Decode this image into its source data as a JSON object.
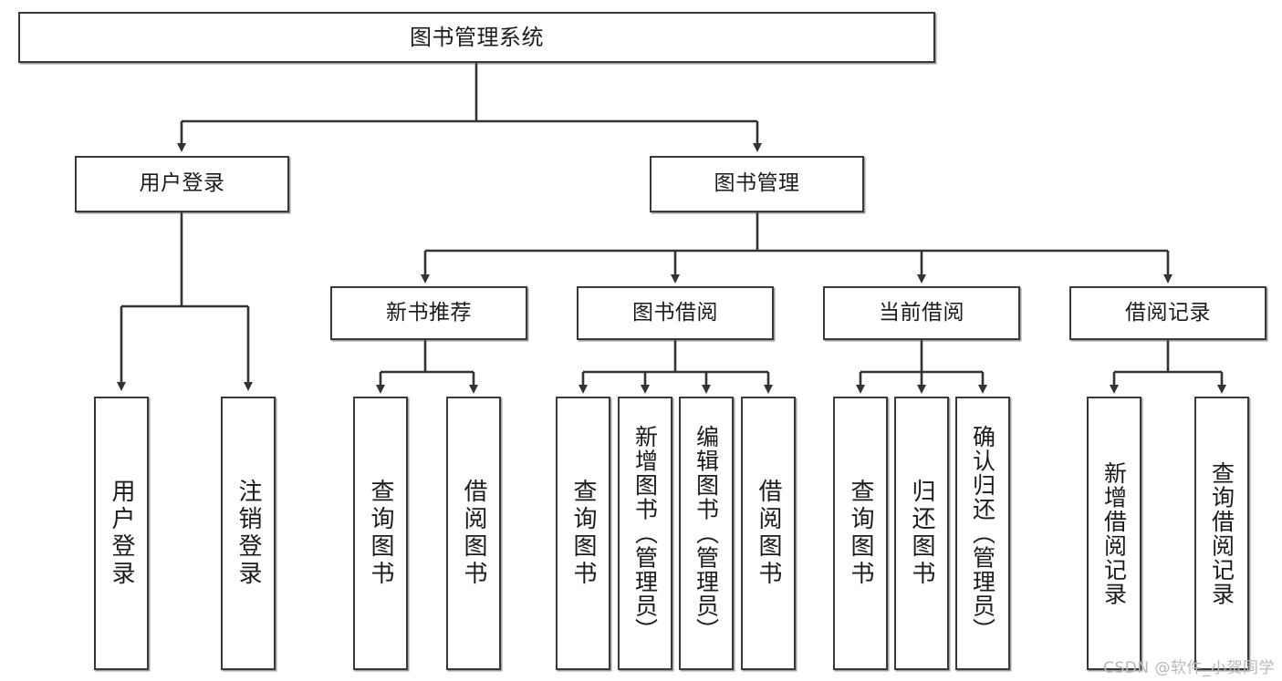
{
  "diagram": {
    "title": "图书管理系统",
    "type": "tree",
    "watermark": "CSDN @软件_小贺同学",
    "colors": {
      "box_border": "#3a3a3a",
      "box_fill": "#ffffff",
      "edge": "#333333",
      "text": "#1b1b1b",
      "watermark": "#b9b9b9"
    },
    "levels": {
      "root": {
        "label": "图书管理系统"
      },
      "level2": [
        {
          "label": "用户登录"
        },
        {
          "label": "图书管理"
        }
      ],
      "level3": [
        {
          "label": "新书推荐"
        },
        {
          "label": "图书借阅"
        },
        {
          "label": "当前借阅"
        },
        {
          "label": "借阅记录"
        }
      ]
    },
    "leaves": {
      "user_login": [
        {
          "label": "用户登录"
        },
        {
          "label": "注销登录"
        }
      ],
      "new_book_recommend": [
        {
          "label": "查询图书"
        },
        {
          "label": "借阅图书"
        }
      ],
      "book_borrow": [
        {
          "label": "查询图书"
        },
        {
          "label": "新增图书（管理员）"
        },
        {
          "label": "编辑图书（管理员）"
        },
        {
          "label": "借阅图书"
        }
      ],
      "current_borrow": [
        {
          "label": "查询图书"
        },
        {
          "label": "归还图书"
        },
        {
          "label": "确认归还（管理员）"
        }
      ],
      "borrow_record": [
        {
          "label": "新增借阅记录"
        },
        {
          "label": "查询借阅记录"
        }
      ]
    }
  }
}
